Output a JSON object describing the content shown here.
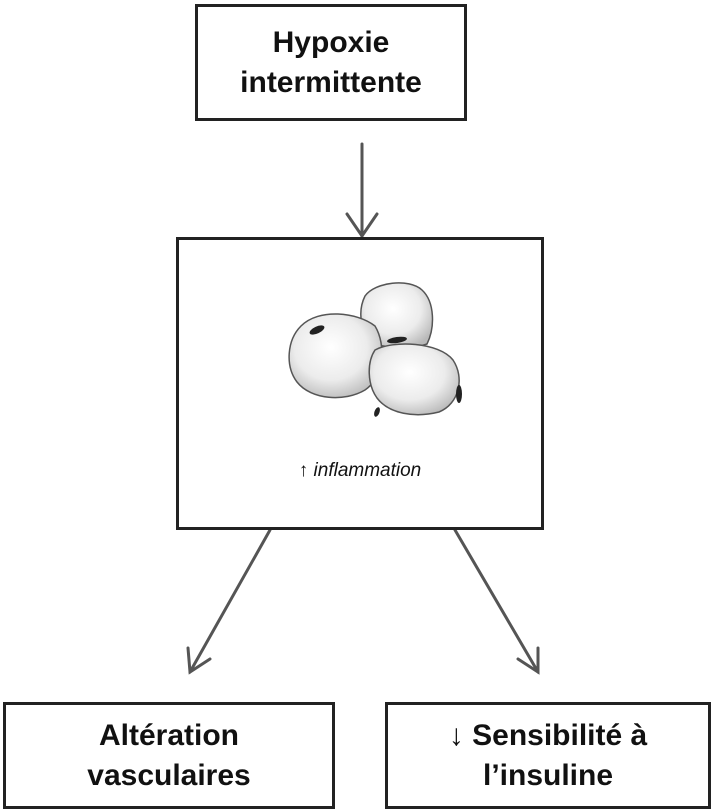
{
  "nodes": {
    "top": {
      "label": "Hypoxie\nintermittente"
    },
    "middle": {
      "arrow_symbol": "↑",
      "label": "inflammation"
    },
    "left": {
      "label": "Altération\nvasculaires"
    },
    "right": {
      "label": "↓ Sensibilité à\nl’insuline"
    }
  },
  "edges": [
    {
      "from": "top",
      "to": "middle"
    },
    {
      "from": "middle",
      "to": "left"
    },
    {
      "from": "middle",
      "to": "right"
    }
  ],
  "image": {
    "depicts": "cluster of three adipocyte cells",
    "icon": "adipocyte-cells-illustration"
  },
  "colors": {
    "stroke": "#222222",
    "arrow": "#555555",
    "cell_fill": "#e8e8e8"
  }
}
